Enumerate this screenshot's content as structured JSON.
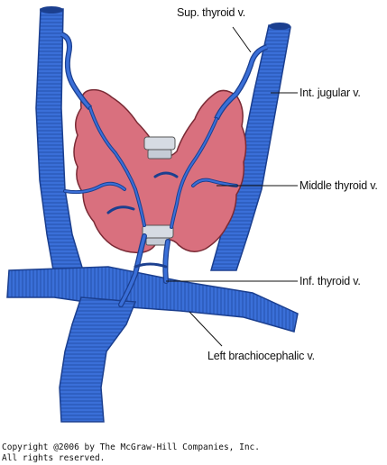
{
  "figure": {
    "labels": {
      "sup_thyroid": "Sup. thyroid v.",
      "int_jugular": "Int. jugular v.",
      "middle_thyroid": "Middle thyroid v.",
      "inf_thyroid": "Inf. thyroid v.",
      "left_brachiocephalic": "Left brachiocephalic v."
    },
    "copyright_line1": "Copyright @2006 by The McGraw-Hill Companies, Inc.",
    "copyright_line2": "All rights reserved."
  },
  "colors": {
    "vein": "#3a6fd8",
    "vein_stroke": "#1b3f8f",
    "thyroid": "#d9707e",
    "thyroid_stroke": "#7a2a35",
    "trachea": "#d6dbe3"
  }
}
